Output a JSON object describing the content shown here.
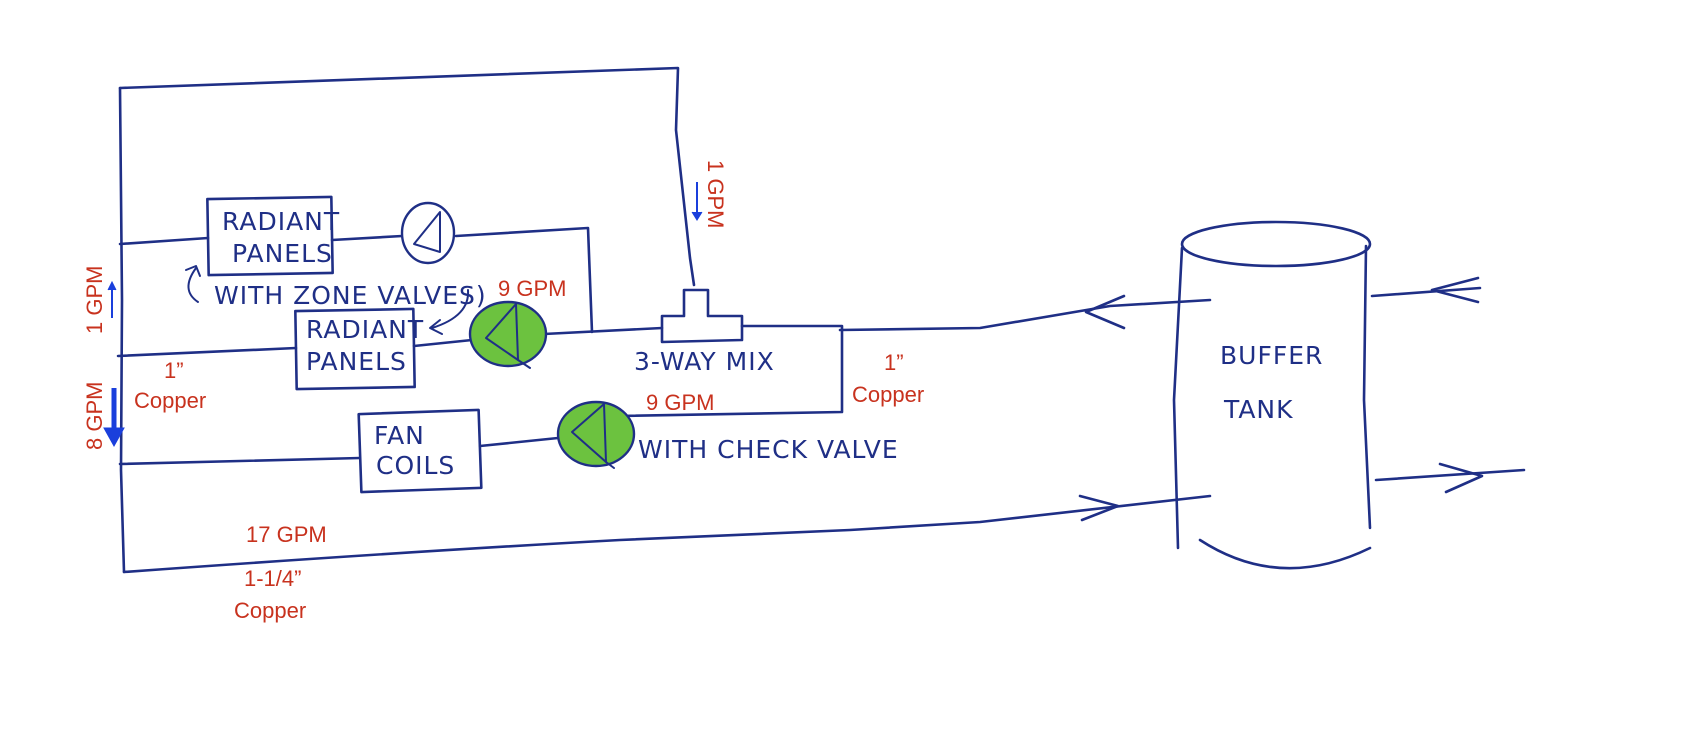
{
  "labels": {
    "radiant_panels_upper": [
      "RADIANT",
      "PANELS"
    ],
    "radiant_panels_lower": [
      "RADIANT",
      "PANELS"
    ],
    "with_zone_valves": "WITH ZONE VALVES)",
    "three_way_mix": "3-WAY MIX",
    "fan_coils": [
      "FAN",
      "COILS"
    ],
    "with_check_valve": "WITH CHECK VALVE",
    "buffer_tank": [
      "BUFFER",
      "TANK"
    ]
  },
  "flows": {
    "top_branch": "1 GPM",
    "left_up": "1 GPM",
    "left_down": "8 GPM",
    "pump_upper": "9 GPM",
    "pump_lower": "9 GPM",
    "main_loop": "17 GPM"
  },
  "pipe_sizes": {
    "left_size": "1”",
    "left_material": "Copper",
    "right_size": "1”",
    "right_material": "Copper",
    "main_size": "1-1/4”",
    "main_material": "Copper"
  },
  "colors": {
    "ink": "#1f2f86",
    "annotation": "#c8321e",
    "pump_fill": "#6cc23f",
    "flow_arrow": "#1a3fdc"
  }
}
